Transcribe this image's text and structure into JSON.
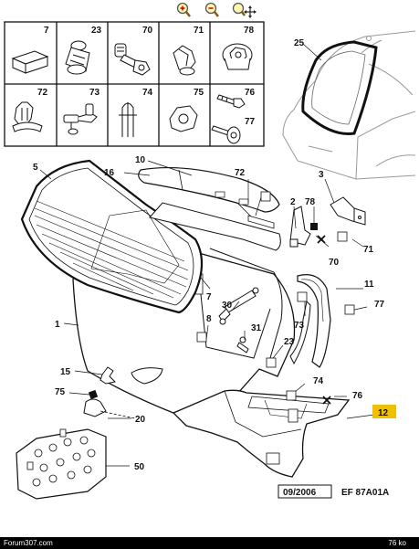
{
  "toolbar": {
    "zoom_in": "zoom-in-icon",
    "zoom_out": "zoom-out-icon",
    "zoom_pan": "zoom-pan-icon"
  },
  "legend": {
    "row1": [
      "7",
      "23",
      "70",
      "71",
      "78"
    ],
    "row2": [
      "72",
      "73",
      "74",
      "75",
      "76",
      "77"
    ]
  },
  "callouts": {
    "c25": "25",
    "c5": "5",
    "c16": "16",
    "c10": "10",
    "c72": "72",
    "c3": "3",
    "c2": "2",
    "c78": "78",
    "c70": "70",
    "c71": "71",
    "c7": "7",
    "c30": "30",
    "c8": "8",
    "c11": "11",
    "c77": "77",
    "c73": "73",
    "c31": "31",
    "c1": "1",
    "c23": "23",
    "c15": "15",
    "c74": "74",
    "c76": "76",
    "c75": "75",
    "c20": "20",
    "c12": "12",
    "c50": "50"
  },
  "stamp": {
    "date": "09/2006",
    "ref": "EF 87A01A"
  },
  "footer": {
    "site": "Forum307.com",
    "size": "76 ko"
  },
  "colors": {
    "highlight": "#f0c000",
    "line": "#111111",
    "footer_bg": "#000000"
  }
}
